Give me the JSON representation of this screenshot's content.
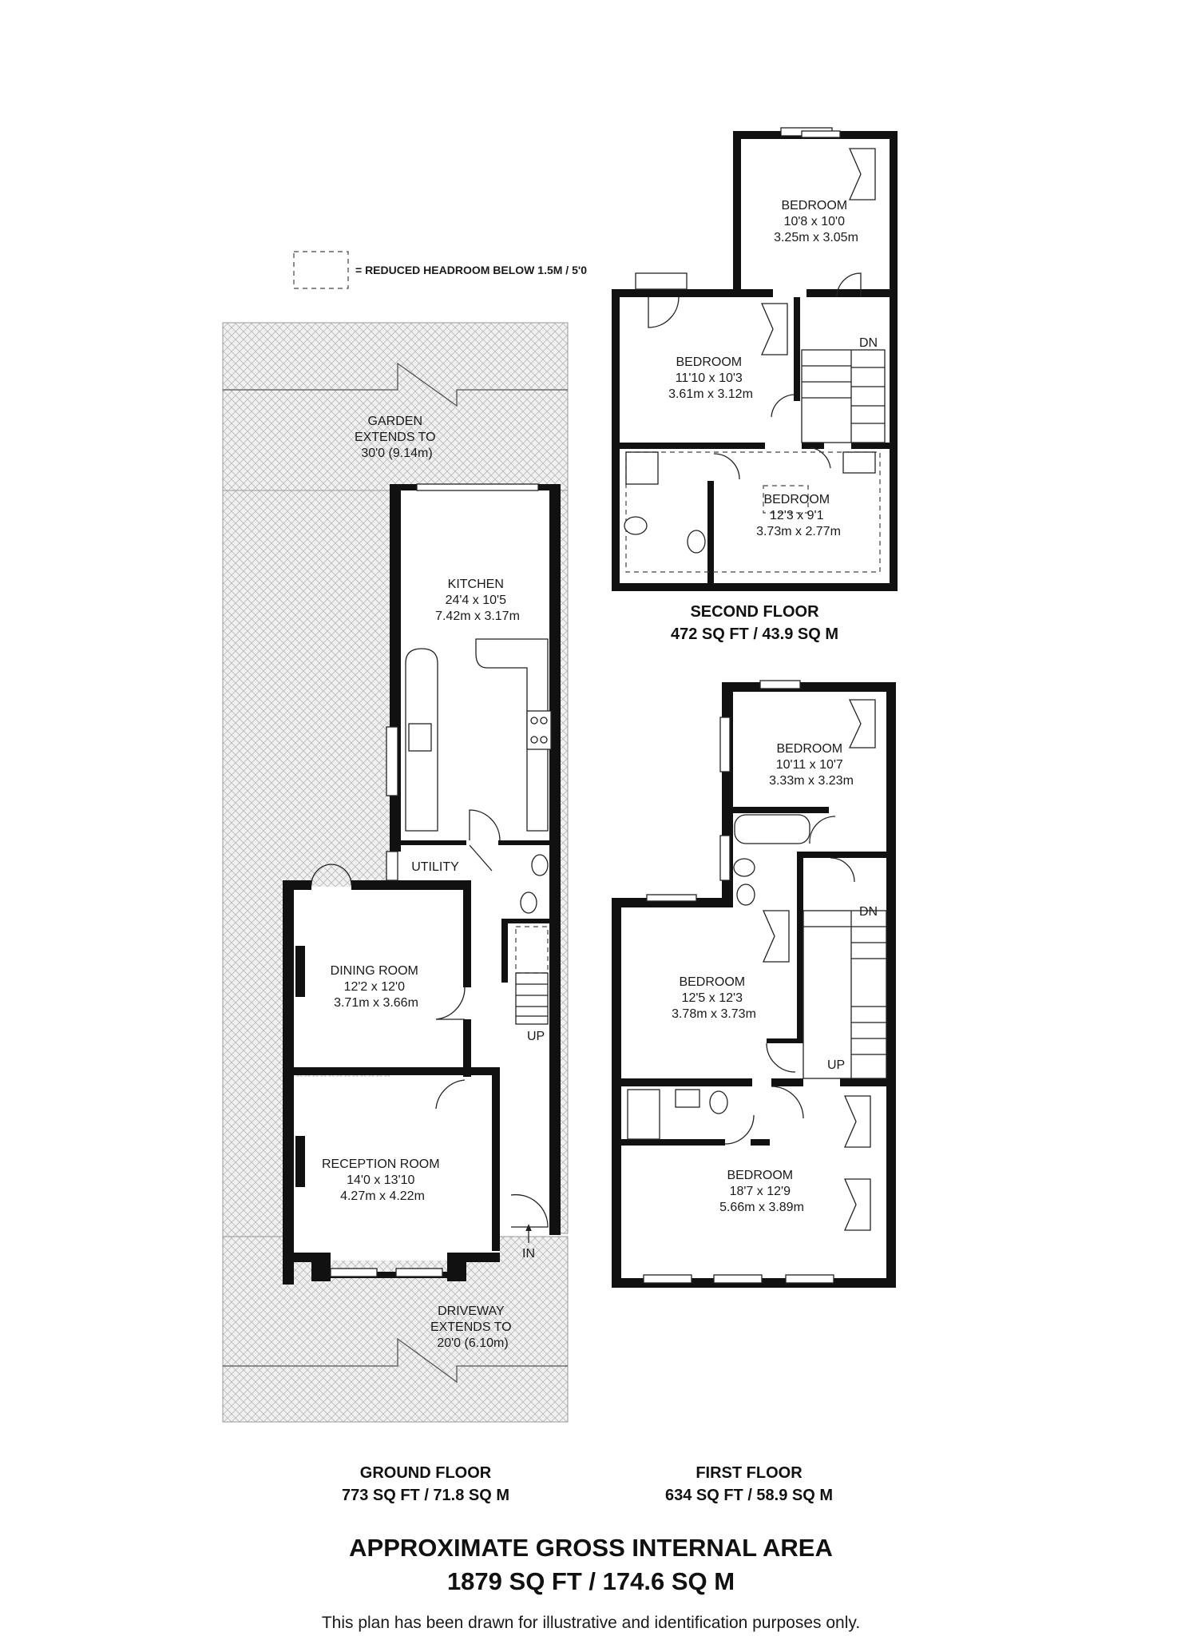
{
  "legend": {
    "text": "= REDUCED HEADROOM BELOW 1.5M / 5'0"
  },
  "outdoor": {
    "garden": [
      "GARDEN",
      "EXTENDS TO",
      "30'0 (9.14m)"
    ],
    "driveway": [
      "DRIVEWAY",
      "EXTENDS TO",
      "20'0 (6.10m)"
    ]
  },
  "ground_floor": {
    "rooms": [
      {
        "name": "KITCHEN",
        "imperial": "24'4 x 10'5",
        "metric": "7.42m x 3.17m"
      },
      {
        "name": "UTILITY"
      },
      {
        "name": "DINING ROOM",
        "imperial": "12'2 x 12'0",
        "metric": "3.71m x 3.66m"
      },
      {
        "name": "RECEPTION ROOM",
        "imperial": "14'0 x 13'10",
        "metric": "4.27m x 4.22m"
      }
    ],
    "markers": {
      "up": "UP",
      "entrance": "IN"
    },
    "caption": {
      "title": "GROUND FLOOR",
      "area": "773 SQ FT / 71.8 SQ M"
    }
  },
  "first_floor": {
    "rooms": [
      {
        "name": "BEDROOM",
        "imperial": "10'11 x 10'7",
        "metric": "3.33m x 3.23m"
      },
      {
        "name": "BEDROOM",
        "imperial": "12'5 x 12'3",
        "metric": "3.78m x 3.73m"
      },
      {
        "name": "BEDROOM",
        "imperial": "18'7 x 12'9",
        "metric": "5.66m x 3.89m"
      }
    ],
    "markers": {
      "down": "DN",
      "up": "UP"
    },
    "caption": {
      "title": "FIRST FLOOR",
      "area": "634 SQ FT / 58.9 SQ M"
    }
  },
  "second_floor": {
    "rooms": [
      {
        "name": "BEDROOM",
        "imperial": "10'8 x 10'0",
        "metric": "3.25m x 3.05m"
      },
      {
        "name": "BEDROOM",
        "imperial": "11'10 x 10'3",
        "metric": "3.61m x 3.12m"
      },
      {
        "name": "BEDROOM",
        "imperial": "12'3 x 9'1",
        "metric": "3.73m x 2.77m"
      }
    ],
    "markers": {
      "down": "DN"
    },
    "caption": {
      "title": "SECOND FLOOR",
      "area": "472 SQ FT / 43.9 SQ M"
    }
  },
  "totals": {
    "title": "APPROXIMATE GROSS INTERNAL AREA",
    "area": "1879 SQ FT / 174.6 SQ M"
  },
  "disclaimer": "This plan has been drawn for illustrative and identification purposes only."
}
